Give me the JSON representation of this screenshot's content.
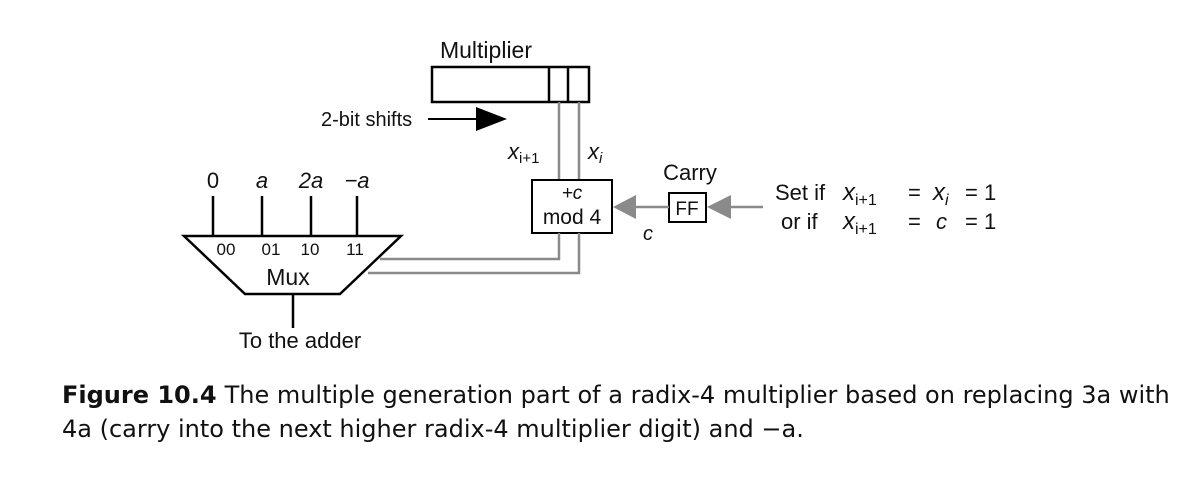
{
  "diagram": {
    "multiplier_label": "Multiplier",
    "shift_label": "2-bit shifts",
    "xi1": {
      "base": "x",
      "sub": "i+1"
    },
    "xi": {
      "base": "x",
      "sub": "i"
    },
    "inputs": [
      "0",
      "a",
      "2a",
      "−a"
    ],
    "mux_codes": [
      "00",
      "01",
      "10",
      "11"
    ],
    "mux_label": "Mux",
    "adder_label": "To the adder",
    "mod_line1": "+c",
    "mod_line2": "mod 4",
    "c_label": "c",
    "carry_label": "Carry",
    "ff_label": "FF",
    "set_line1": {
      "prefix": "Set if",
      "var1": "x",
      "sub1": "i+1",
      "eq1": "=",
      "var2": "x",
      "sub2": "i",
      "eq2": "= 1"
    },
    "set_line2": {
      "prefix": "or if",
      "var1": "x",
      "sub1": "i+1",
      "eq1": "=",
      "var2": "c",
      "eq2": "= 1"
    }
  },
  "caption": {
    "figure_label": "Figure 10.4",
    "text": "The multiple generation part of a radix-4 multiplier based on replacing 3a with 4a (carry into the next higher radix-4 multiplier digit) and −a."
  }
}
